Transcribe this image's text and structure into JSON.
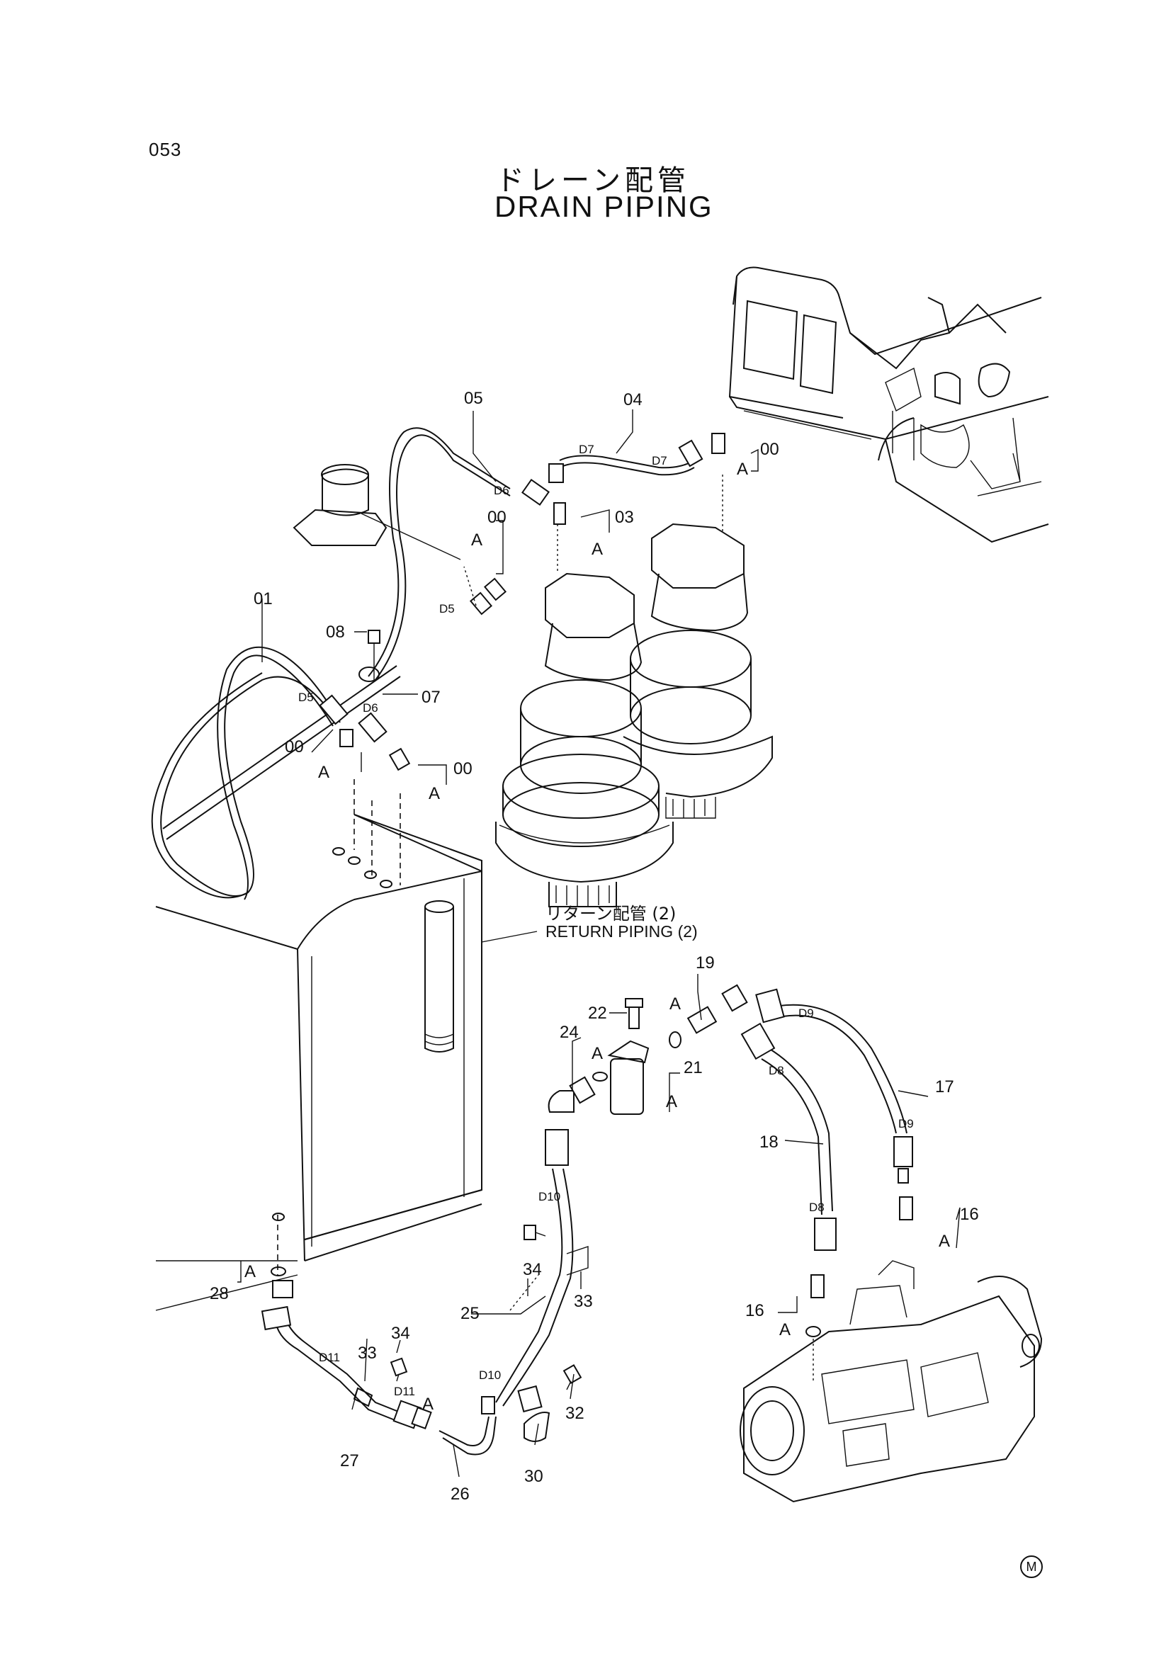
{
  "page_number": "053",
  "title_jp": "ドレーン配管",
  "title_en": "DRAIN PIPING",
  "callout": {
    "jp": "リターン配管 (2)",
    "en": "RETURN PIPING (2)"
  },
  "mark": "M",
  "part_numbers": {
    "p05": "05",
    "p04": "04",
    "p00a": "00",
    "p03": "03",
    "p00b": "00",
    "p01": "01",
    "p08": "08",
    "p07": "07",
    "p00c": "00",
    "p00d": "00",
    "p19": "19",
    "p22": "22",
    "p24": "24",
    "p21": "21",
    "p17": "17",
    "p18": "18",
    "p16a": "16",
    "p34a": "34",
    "p33a": "33",
    "p25": "25",
    "p28": "28",
    "p34b": "34",
    "p33b": "33",
    "p16b": "16",
    "p32": "32",
    "p27": "27",
    "p30": "30",
    "p26": "26"
  },
  "line_labels": {
    "d7a": "D7",
    "d7b": "D7",
    "d6a": "D6",
    "d5a": "D5",
    "d5b": "D5",
    "d6b": "D6",
    "d9a": "D9",
    "d8a": "D8",
    "d9b": "D9",
    "d10a": "D10",
    "d8b": "D8",
    "d11a": "D11",
    "d11b": "D11",
    "d10b": "D10"
  },
  "detail_marks": {
    "a1": "A",
    "a2": "A",
    "a3": "A",
    "a4": "A",
    "a5": "A",
    "a6": "A",
    "a7": "A",
    "a8": "A",
    "a9": "A",
    "a10": "A",
    "a11": "A",
    "a12": "A"
  }
}
